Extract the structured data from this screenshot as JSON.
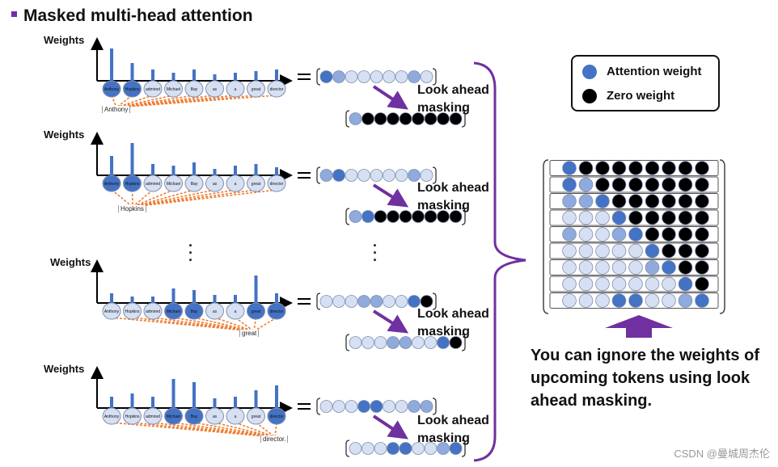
{
  "title": "Masked multi-head attention",
  "tokens": [
    "Anthony",
    "Hopkins",
    "admired",
    "Michael",
    "Bay",
    "as",
    "a",
    "great",
    "director"
  ],
  "weights_label": "Weights",
  "look_ahead_label": [
    "Look ahead",
    "masking"
  ],
  "panels": [
    {
      "token_label": "Anthony",
      "bar_heights": [
        1.0,
        0.55,
        0.35,
        0.25,
        0.35,
        0.2,
        0.25,
        0.3,
        0.35
      ],
      "highlighted_tokens": [
        0,
        1
      ],
      "row": [
        "dark",
        "mid",
        "light",
        "light",
        "light",
        "light",
        "light",
        "mid",
        "light"
      ],
      "masked_row": [
        "mid",
        "black",
        "black",
        "black",
        "black",
        "black",
        "black",
        "black",
        "black"
      ]
    },
    {
      "token_label": "Hopkins",
      "bar_heights": [
        0.6,
        1.0,
        0.35,
        0.3,
        0.4,
        0.2,
        0.3,
        0.35,
        0.25
      ],
      "highlighted_tokens": [
        0,
        1
      ],
      "row": [
        "mid",
        "dark",
        "light",
        "light",
        "light",
        "light",
        "light",
        "mid",
        "light"
      ],
      "masked_row": [
        "mid",
        "dark",
        "black",
        "black",
        "black",
        "black",
        "black",
        "black",
        "black"
      ]
    },
    {
      "token_label": "great",
      "bar_heights": [
        0.3,
        0.2,
        0.2,
        0.45,
        0.4,
        0.25,
        0.25,
        0.85,
        0.3
      ],
      "highlighted_tokens": [
        3,
        4,
        7,
        8
      ],
      "row": [
        "light",
        "light",
        "light",
        "mid",
        "mid",
        "light",
        "light",
        "dark",
        "black"
      ],
      "masked_row": [
        "light",
        "light",
        "light",
        "mid",
        "mid",
        "light",
        "light",
        "dark",
        "black"
      ]
    },
    {
      "token_label": "director.",
      "bar_heights": [
        0.35,
        0.45,
        0.35,
        0.9,
        0.8,
        0.3,
        0.35,
        0.55,
        0.7
      ],
      "highlighted_tokens": [
        3,
        4,
        8
      ],
      "row": [
        "light",
        "light",
        "light",
        "dark",
        "dark",
        "light",
        "light",
        "mid",
        "mid"
      ],
      "masked_row": [
        "light",
        "light",
        "light",
        "dark",
        "dark",
        "light",
        "light",
        "mid",
        "dark"
      ]
    }
  ],
  "legend": {
    "attention_label": "Attention weight",
    "zero_label": "Zero weight"
  },
  "matrix": [
    [
      "dark",
      "black",
      "black",
      "black",
      "black",
      "black",
      "black",
      "black",
      "black"
    ],
    [
      "dark",
      "mid",
      "black",
      "black",
      "black",
      "black",
      "black",
      "black",
      "black"
    ],
    [
      "mid",
      "mid",
      "dark",
      "black",
      "black",
      "black",
      "black",
      "black",
      "black"
    ],
    [
      "light",
      "light",
      "light",
      "dark",
      "black",
      "black",
      "black",
      "black",
      "black"
    ],
    [
      "mid",
      "light",
      "light",
      "mid",
      "dark",
      "black",
      "black",
      "black",
      "black"
    ],
    [
      "light",
      "light",
      "light",
      "light",
      "light",
      "dark",
      "black",
      "black",
      "black"
    ],
    [
      "light",
      "light",
      "light",
      "light",
      "light",
      "mid",
      "dark",
      "black",
      "black"
    ],
    [
      "light",
      "light",
      "light",
      "light",
      "light",
      "light",
      "light",
      "dark",
      "black"
    ],
    [
      "light",
      "light",
      "light",
      "dark",
      "dark",
      "light",
      "light",
      "mid",
      "dark"
    ]
  ],
  "caption": "You can ignore the weights of upcoming tokens using look ahead masking.",
  "watermark": "CSDN @曼城周杰伦",
  "colors": {
    "dark": "#4472c4",
    "mid": "#8faadc",
    "light": "#d6e0f2",
    "black": "#000000",
    "arrow": "#7030a0",
    "bar": "#4472c4",
    "dash": "#ed7d31"
  }
}
